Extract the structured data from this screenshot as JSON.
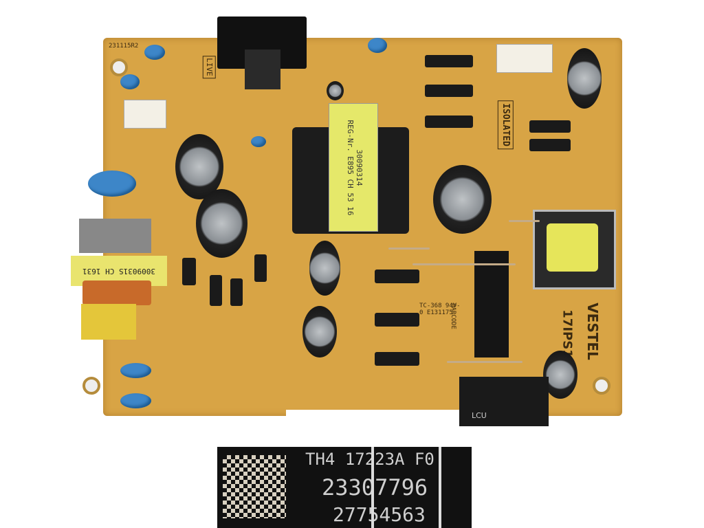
{
  "board": {
    "revision": "231115R2",
    "live_label": "LIVE",
    "isolated_label": "ISOLATED",
    "brand": "VESTEL",
    "model": "17IPS1",
    "transformer_text_1": "30090314",
    "transformer_text_2": "REG-Nr. E895 CH 53 16",
    "filter_text": "3009031S CH 1631",
    "barcode_label": "BARCODE",
    "ul_text": "TC-368 94V-0 E131175",
    "connector_label": "LCU",
    "colors": {
      "pcb": "#d8a445",
      "capacitor": "#1a1a1a",
      "ceramic_cap": "#3d86c8",
      "transformer_tape": "#e5e86a"
    }
  },
  "closeup_label": {
    "line1": "TH4 17223A F0",
    "line2": "23307796",
    "line3": "27754563"
  }
}
